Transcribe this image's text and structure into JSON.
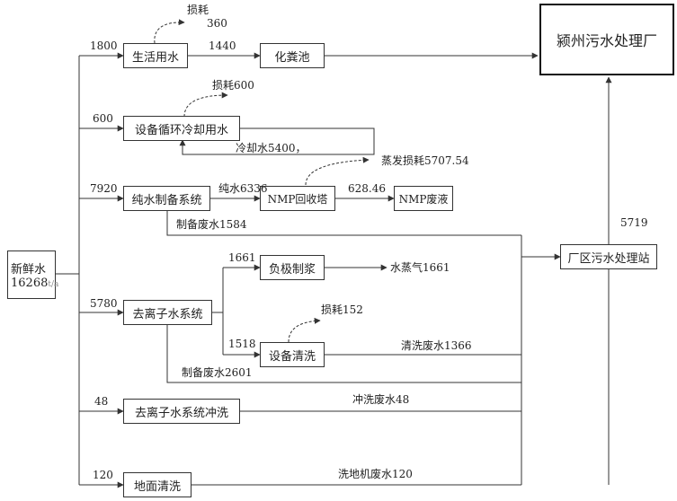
{
  "nodes": {
    "source": "新鲜水",
    "source_value": "16268",
    "source_tail": "t/a",
    "domestic": "生活用水",
    "septic": "化粪池",
    "wwtp_city": "颍州污水处理厂",
    "cooling": "设备循环冷却用水",
    "pure_water": "纯水制备系统",
    "nmp_tower": "NMP回收塔",
    "nmp_waste": "NMP废液",
    "plant_wwtp": "厂区污水处理站",
    "deion": "去离子水系统",
    "slurry": "负极制浆",
    "cleaning": "设备清洗",
    "deion_flush": "去离子水系统冲洗",
    "floor": "地面清洗"
  },
  "flows": {
    "domestic_in": "1800",
    "domestic_loss": "损耗",
    "domestic_loss_val": "360",
    "domestic_out": "1440",
    "cooling_in": "600",
    "cooling_loss": "损耗600",
    "cooling_recycle": "冷却水5400，",
    "pure_in": "7920",
    "pure_out": "纯水6336",
    "evap_loss": "蒸发损耗5707.54",
    "nmp_out": "628.46",
    "pure_waste": "制备废水1584",
    "plant_out": "5719",
    "slurry_in": "1661",
    "steam": "水蒸气1661",
    "deion_in": "5780",
    "clean_loss": "损耗152",
    "clean_in": "1518",
    "clean_waste": "清洗废水1366",
    "deion_waste": "制备废水2601",
    "flush_in": "48",
    "flush_waste": "冲洗废水48",
    "floor_in": "120",
    "floor_waste": "洗地机废水120"
  }
}
